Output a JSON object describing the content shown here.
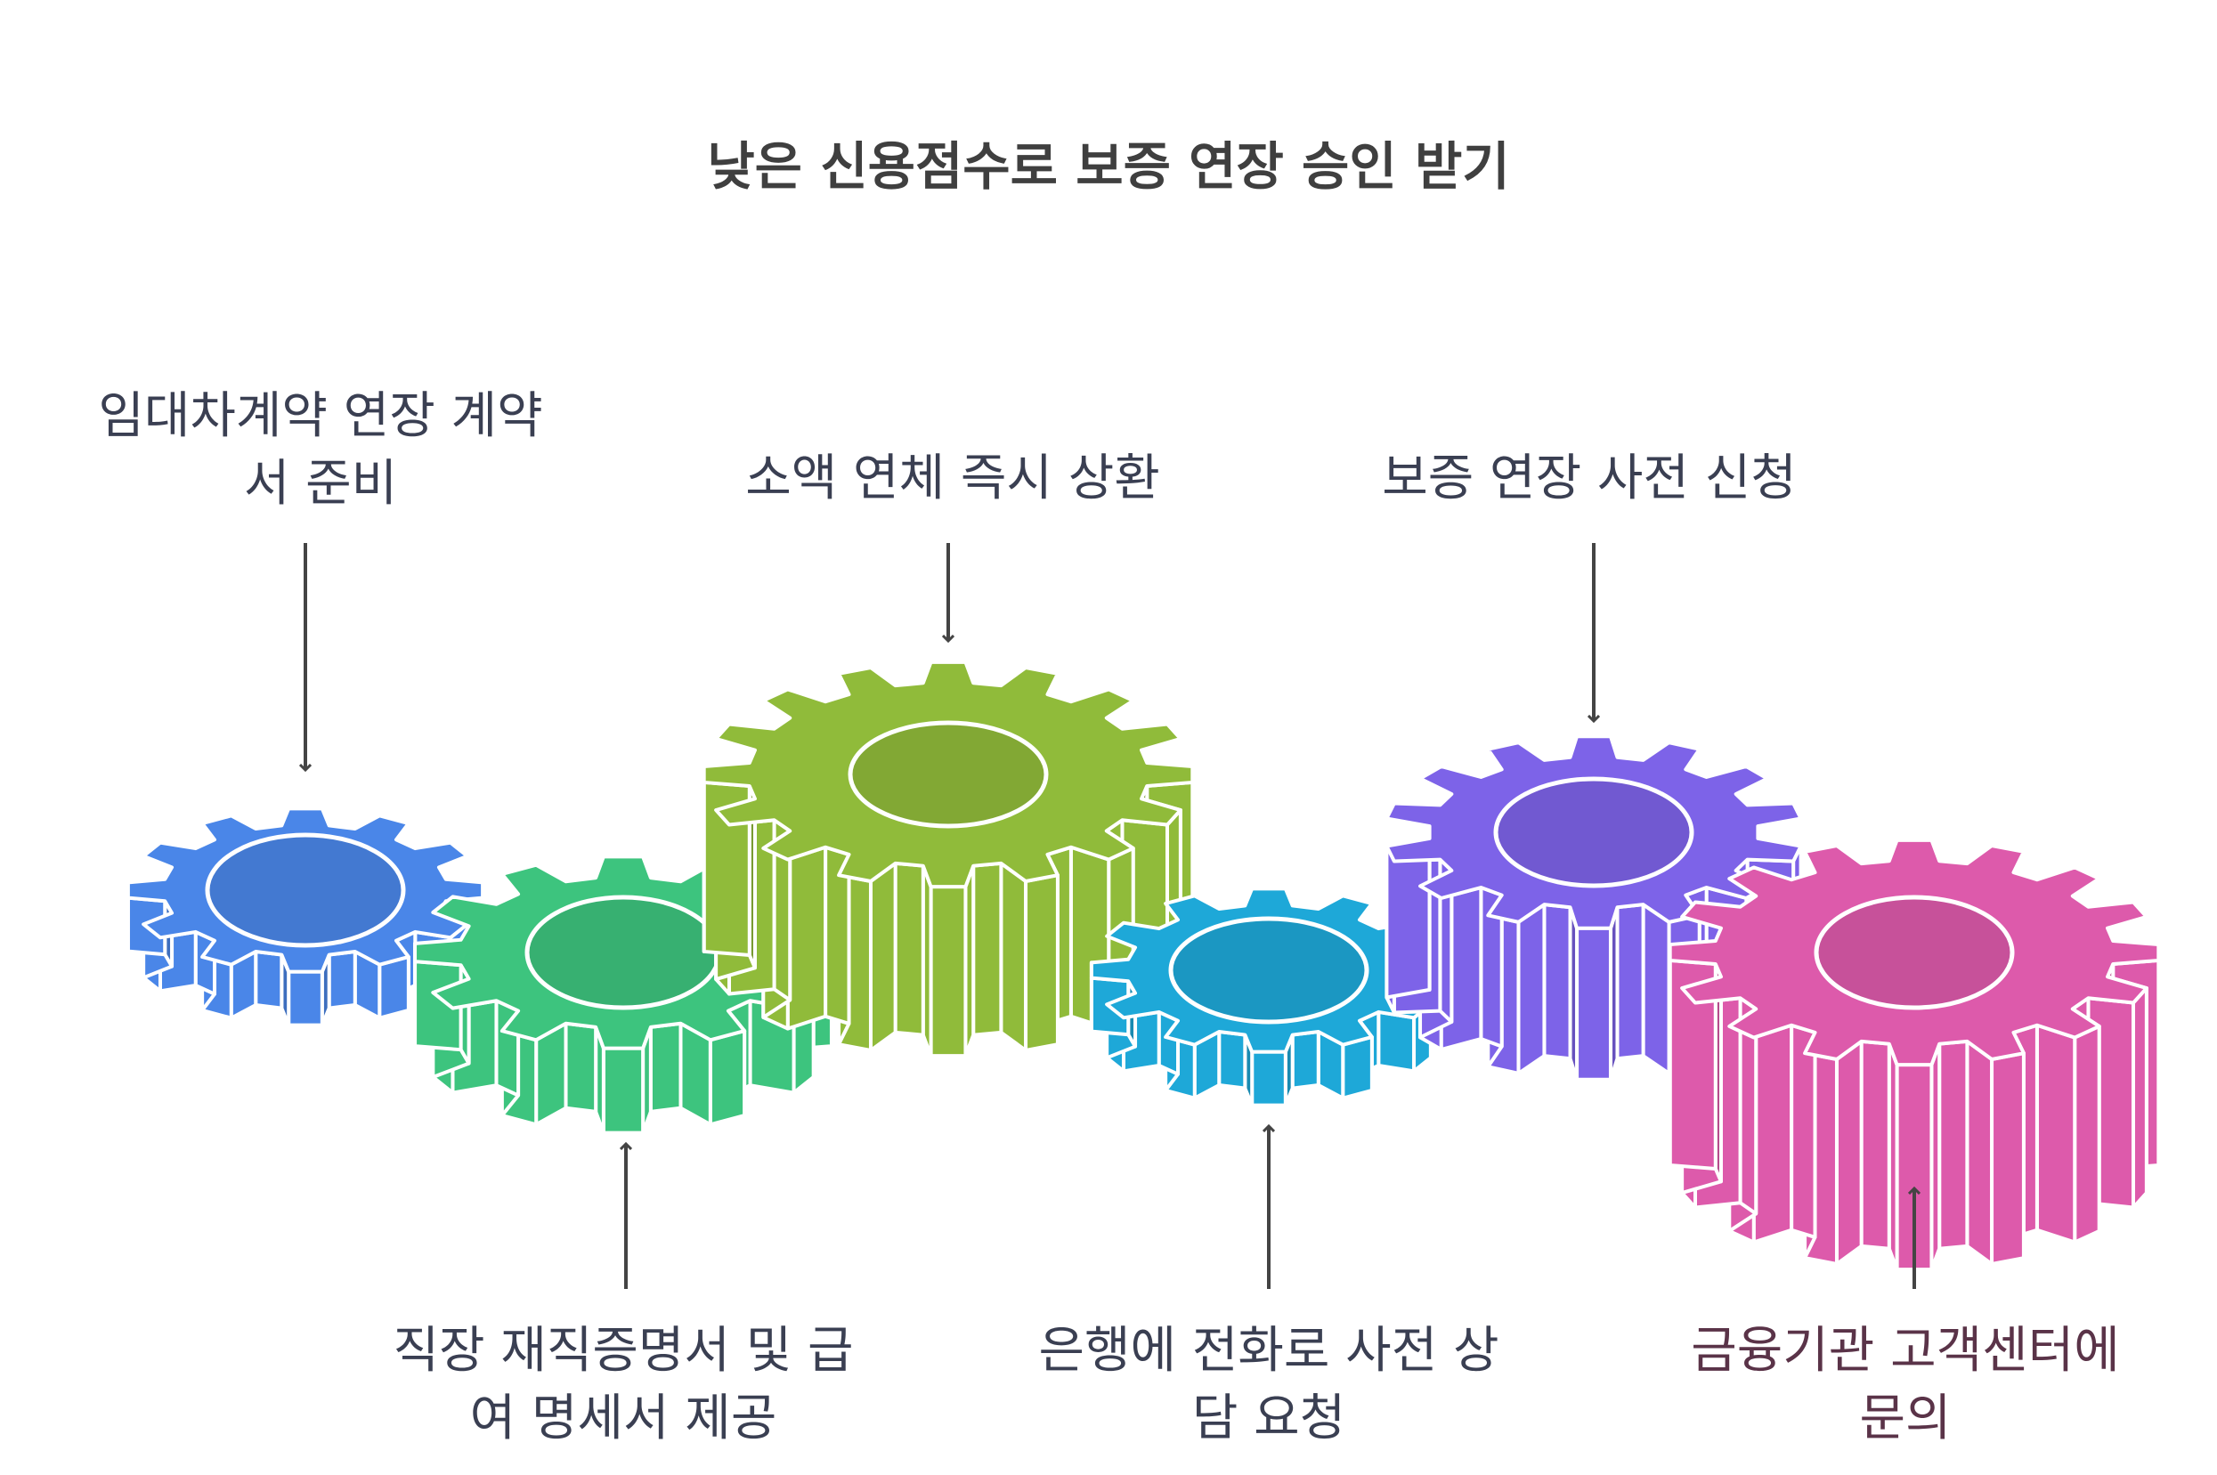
{
  "title": "낮은 신용점수로 보증 연장 승인 받기",
  "steps": [
    {
      "lines": [
        "임대차계약 연장 계약",
        "서 준비"
      ],
      "color": "#4a86e8",
      "arrow": "down"
    },
    {
      "lines": [
        "직장 재직증명서 및 급",
        "여 명세서 제공"
      ],
      "color": "#3dc47e",
      "arrow": "up"
    },
    {
      "lines": [
        "소액 연체 즉시 상환"
      ],
      "color": "#90bb3a",
      "arrow": "down"
    },
    {
      "lines": [
        "은행에 전화로 사전 상",
        "담 요청"
      ],
      "color": "#1ea8d8",
      "arrow": "up"
    },
    {
      "lines": [
        "보증 연장 사전 신청"
      ],
      "color": "#7d63e8",
      "arrow": "down"
    },
    {
      "lines": [
        "금융기관 고객센터에",
        "문의"
      ],
      "color": "#dd5aab",
      "arrow": "up"
    }
  ]
}
